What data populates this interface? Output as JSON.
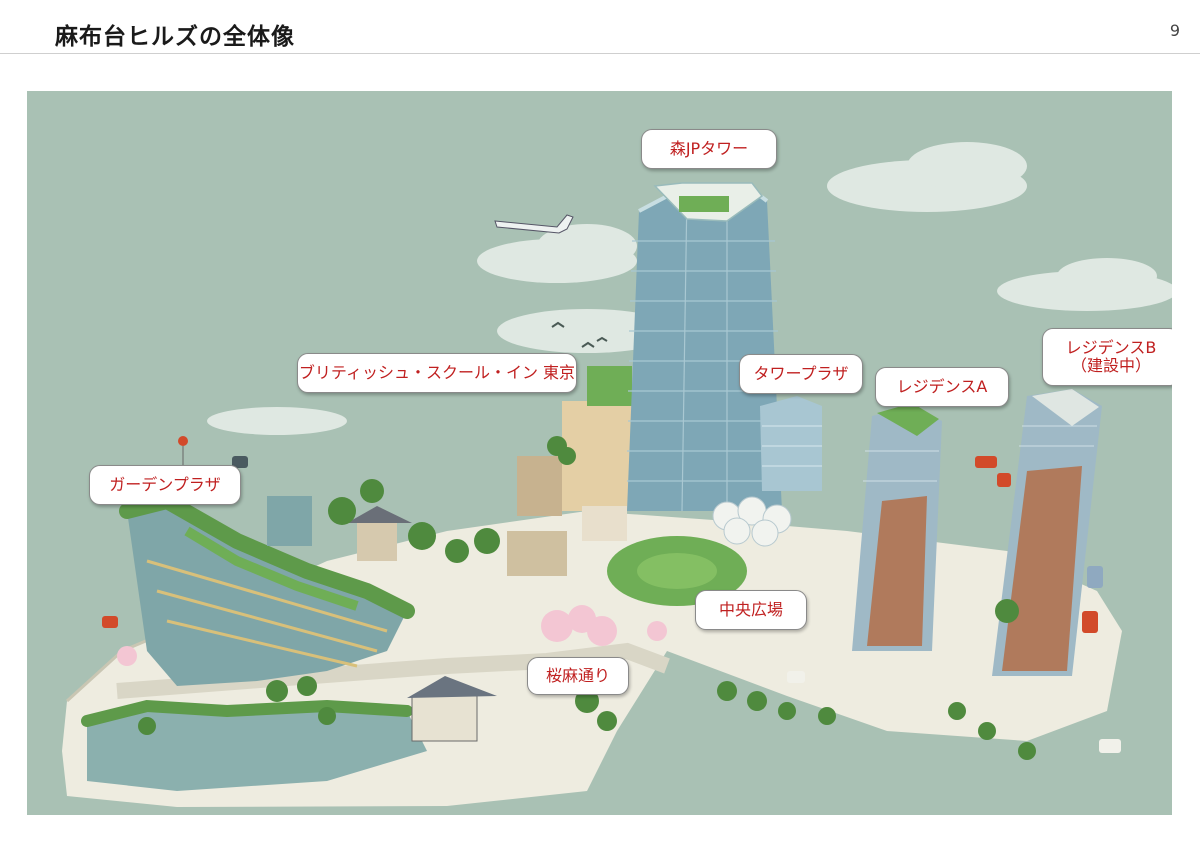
{
  "header": {
    "title": "麻布台ヒルズの全体像",
    "page_number": "9"
  },
  "map": {
    "labels": {
      "mori_jp_tower": "森JPタワー",
      "british_school": "ブリティッシュ・スクール・イン 東京",
      "tower_plaza": "タワープラザ",
      "residence_a": "レジデンスA",
      "residence_b": "レジデンスB\n（建設中）",
      "garden_plaza": "ガーデンプラザ",
      "central_plaza": "中央広場",
      "sakura_asa_street": "桜麻通り"
    }
  },
  "colors": {
    "sky": "#a9c1b4",
    "label_text": "#c02020",
    "greenery": "#5e9a4a",
    "glass": "#8fb4c0",
    "residence_brick": "#b07a5c",
    "ground": "#eeece0"
  }
}
